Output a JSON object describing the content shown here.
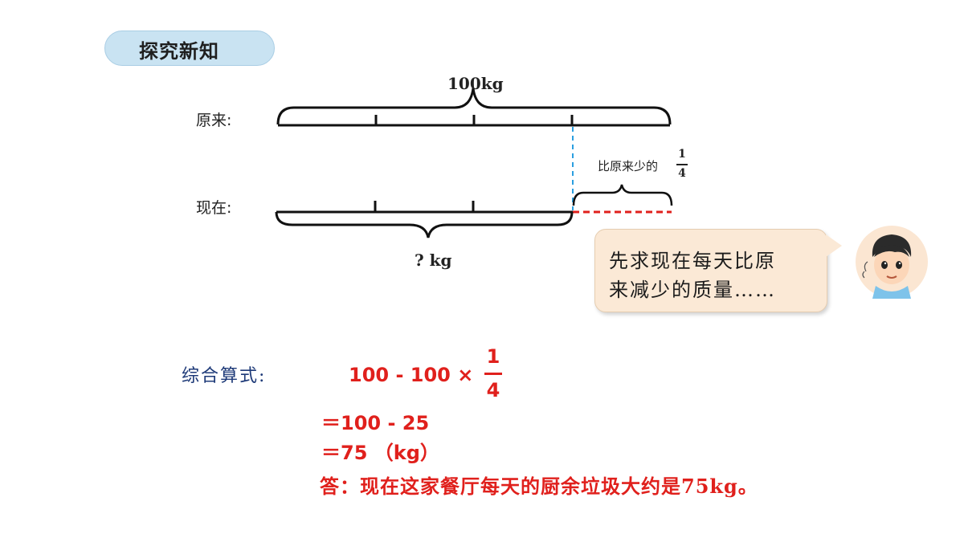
{
  "header": {
    "title": "探究新知"
  },
  "diagram": {
    "original_label": "原来:",
    "now_label": "现在:",
    "total_label": "100kg",
    "unknown_label": "? kg",
    "less_text": "比原来少的",
    "fraction": {
      "numerator": "1",
      "denominator": "4"
    }
  },
  "bubble": {
    "line1": "先求现在每天比原",
    "line2": "来减少的质量……"
  },
  "formula": {
    "label": "综合算式:",
    "line1_prefix": "100 - 100 ×",
    "fraction": {
      "numerator": "1",
      "denominator": "4"
    },
    "line2": "＝100 - 25",
    "line3": "＝75 （kg）"
  },
  "answer": "答：现在这家餐厅每天的厨余垃圾大约是75kg。",
  "colors": {
    "accent_red": "#e0201c",
    "pill_blue": "#c9e3f2",
    "dash_blue": "#2b9fe0",
    "label_navy": "#1e3a78"
  }
}
